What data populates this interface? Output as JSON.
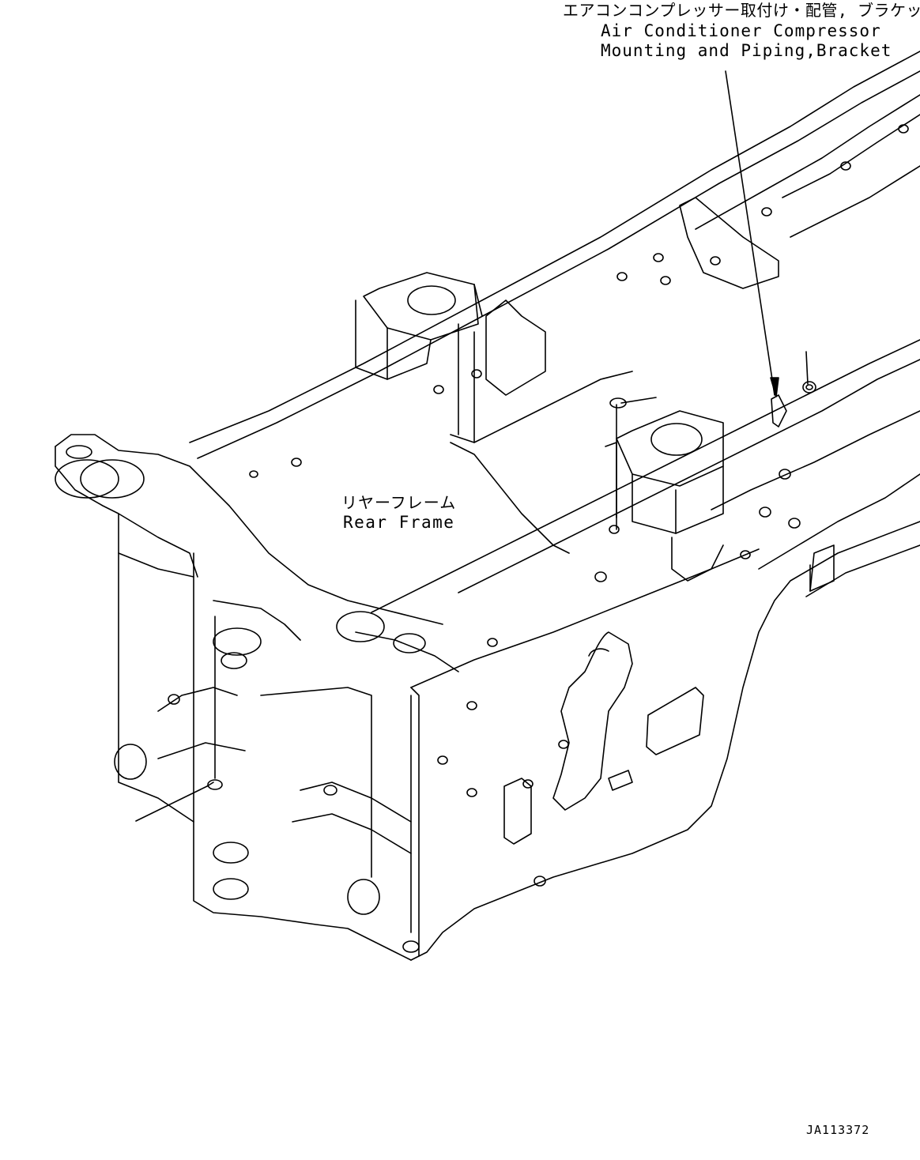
{
  "callouts": {
    "compressor_jp": "エアコンコンプレッサー取付け・配管, ブラケット",
    "compressor_en_line1": "Air Conditioner Compressor",
    "compressor_en_line2": "Mounting and Piping,Bracket",
    "frame_jp": "リヤーフレーム",
    "frame_en": "Rear Frame"
  },
  "drawing_id": "JA113372",
  "colors": {
    "line": "#000000",
    "background": "#ffffff"
  }
}
